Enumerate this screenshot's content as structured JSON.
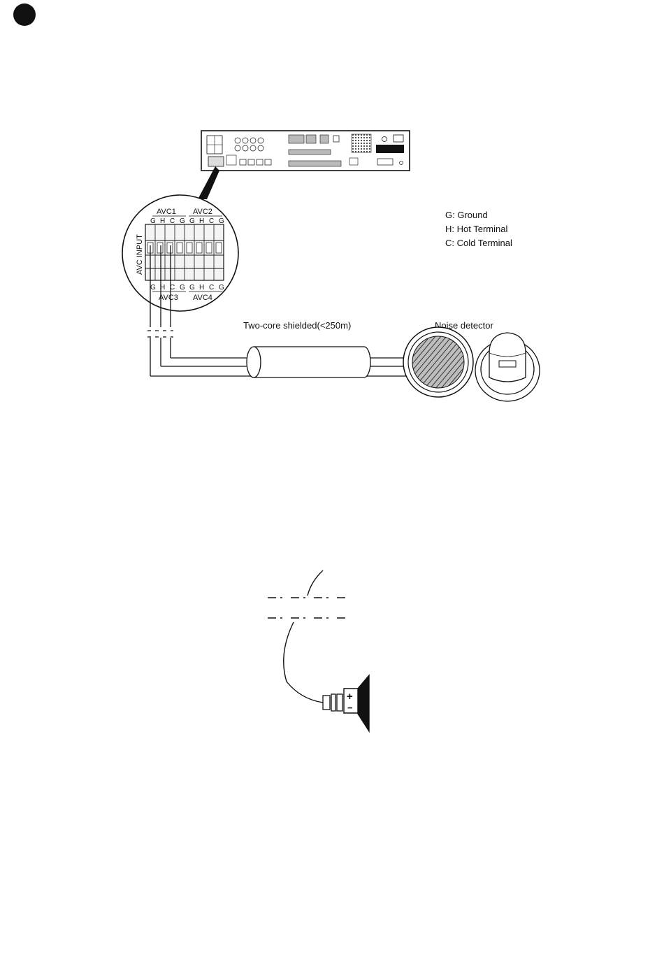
{
  "diagram_top": {
    "avc_input_label": "AVC INPUT",
    "channels_top": [
      "AVC1",
      "AVC2"
    ],
    "channels_bottom": [
      "AVC3",
      "AVC4"
    ],
    "terminal_letters": [
      "G",
      "H",
      "C",
      "G",
      "G",
      "H",
      "C",
      "G"
    ],
    "cable_label": "Two-core shielded(<250m)",
    "device_label": "Noise detector"
  },
  "legend": [
    {
      "key": "G",
      "text": "G: Ground"
    },
    {
      "key": "H",
      "text": "H: Hot Terminal"
    },
    {
      "key": "C",
      "text": "C: Cold Terminal"
    }
  ],
  "diagram_bottom": {
    "speaker_plus": "+",
    "speaker_minus": "−"
  },
  "colors": {
    "ink": "#111111",
    "panel_fill": "#f4f4f4",
    "mesh": "#444444"
  }
}
